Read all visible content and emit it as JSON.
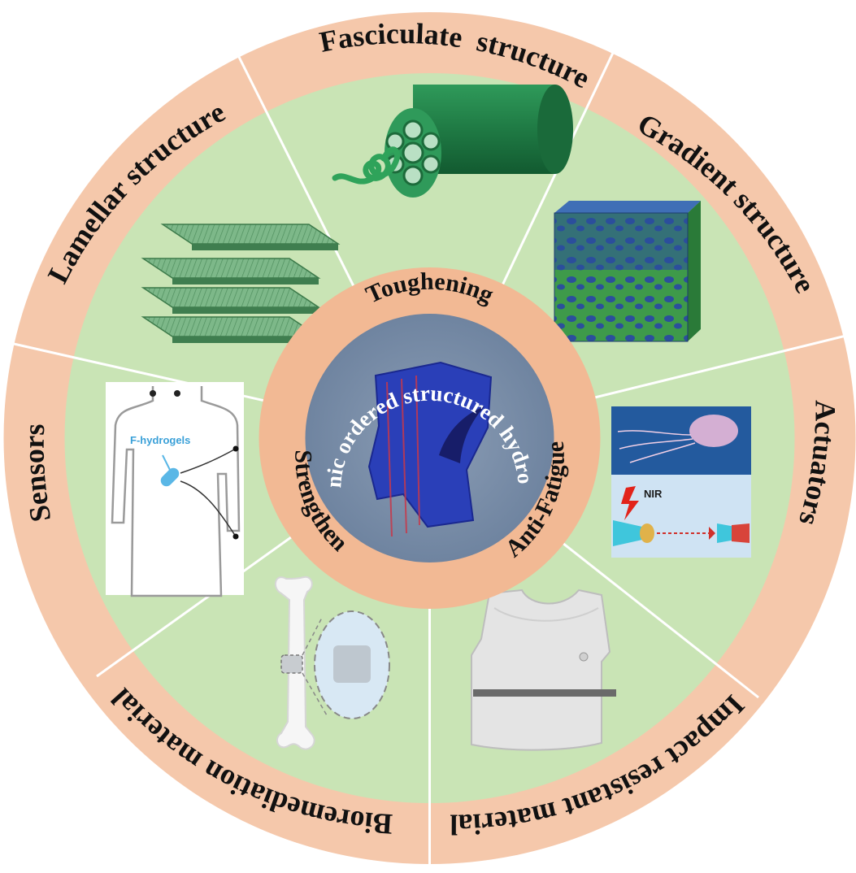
{
  "center": {
    "title": "Bionic ordered structured hydrogels"
  },
  "ring": {
    "top": "Toughening",
    "left": "Strengthen",
    "right": "Anti-Fatigue"
  },
  "segments": {
    "fasciculate": "Fasciculate  structure",
    "gradient": "Gradient structure",
    "actuators": "Actuators",
    "impact": "Impact resistant material",
    "bioremediation": "Bioremediation material",
    "sensors": "Sensors",
    "lamellar": "Lamellar structure"
  },
  "insets": {
    "sensor_label": "F-hydrogels",
    "actuator_label": "NIR"
  },
  "colors": {
    "outer_ring": "#f5c8ab",
    "green_ring": "#c9e4b5",
    "inner_ring": "#f2b994",
    "center": "#7b8fa8",
    "divider": "#ffffff"
  }
}
